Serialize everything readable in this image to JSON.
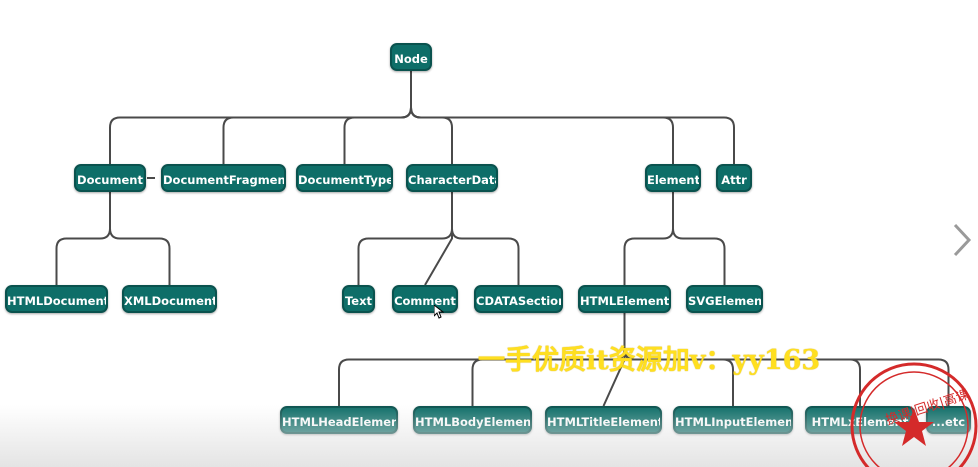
{
  "diagram": {
    "nodes": [
      {
        "id": "node",
        "label": "Node"
      },
      {
        "id": "document",
        "label": "Document"
      },
      {
        "id": "documentfragment",
        "label": "DocumentFragment"
      },
      {
        "id": "documenttype",
        "label": "DocumentType"
      },
      {
        "id": "characterdata",
        "label": "CharacterData"
      },
      {
        "id": "element",
        "label": "Element"
      },
      {
        "id": "attr",
        "label": "Attr"
      },
      {
        "id": "htmldocument",
        "label": "HTMLDocument"
      },
      {
        "id": "xmldocument",
        "label": "XMLDocument"
      },
      {
        "id": "text",
        "label": "Text"
      },
      {
        "id": "comment",
        "label": "Comment"
      },
      {
        "id": "cdatasection",
        "label": "CDATASection"
      },
      {
        "id": "htmlelement",
        "label": "HTMLElement"
      },
      {
        "id": "svgelement",
        "label": "SVGElement"
      },
      {
        "id": "htmlheadelement",
        "label": "HTMLHeadElement"
      },
      {
        "id": "htmlbodyelement",
        "label": "HTMLBodyElement"
      },
      {
        "id": "htmltitleelement",
        "label": "HTMLTitleElement"
      },
      {
        "id": "htmlinputelement",
        "label": "HTMLInputElement"
      },
      {
        "id": "htmlxelement",
        "label": "HTMLxElement"
      },
      {
        "id": "etc",
        "label": "...etc"
      }
    ],
    "edges": [
      [
        "node",
        "document"
      ],
      [
        "node",
        "documentfragment"
      ],
      [
        "node",
        "documenttype"
      ],
      [
        "node",
        "characterdata"
      ],
      [
        "node",
        "element"
      ],
      [
        "node",
        "attr"
      ],
      [
        "document",
        "htmldocument"
      ],
      [
        "document",
        "xmldocument"
      ],
      [
        "characterdata",
        "text"
      ],
      [
        "characterdata",
        "comment"
      ],
      [
        "characterdata",
        "cdatasection"
      ],
      [
        "element",
        "htmlelement"
      ],
      [
        "element",
        "svgelement"
      ],
      [
        "htmlelement",
        "htmlheadelement"
      ],
      [
        "htmlelement",
        "htmlbodyelement"
      ],
      [
        "htmlelement",
        "htmltitleelement"
      ],
      [
        "htmlelement",
        "htmlinputelement"
      ],
      [
        "htmlelement",
        "htmlxelement"
      ],
      [
        "htmlelement",
        "etc"
      ]
    ]
  },
  "watermark": {
    "text": "一手优质it资源加v：yy163"
  },
  "stamp": {
    "text": "换课|回收|高课",
    "color": "#d42a2a"
  },
  "navigation": {
    "next_icon": "chevron-right-icon"
  }
}
